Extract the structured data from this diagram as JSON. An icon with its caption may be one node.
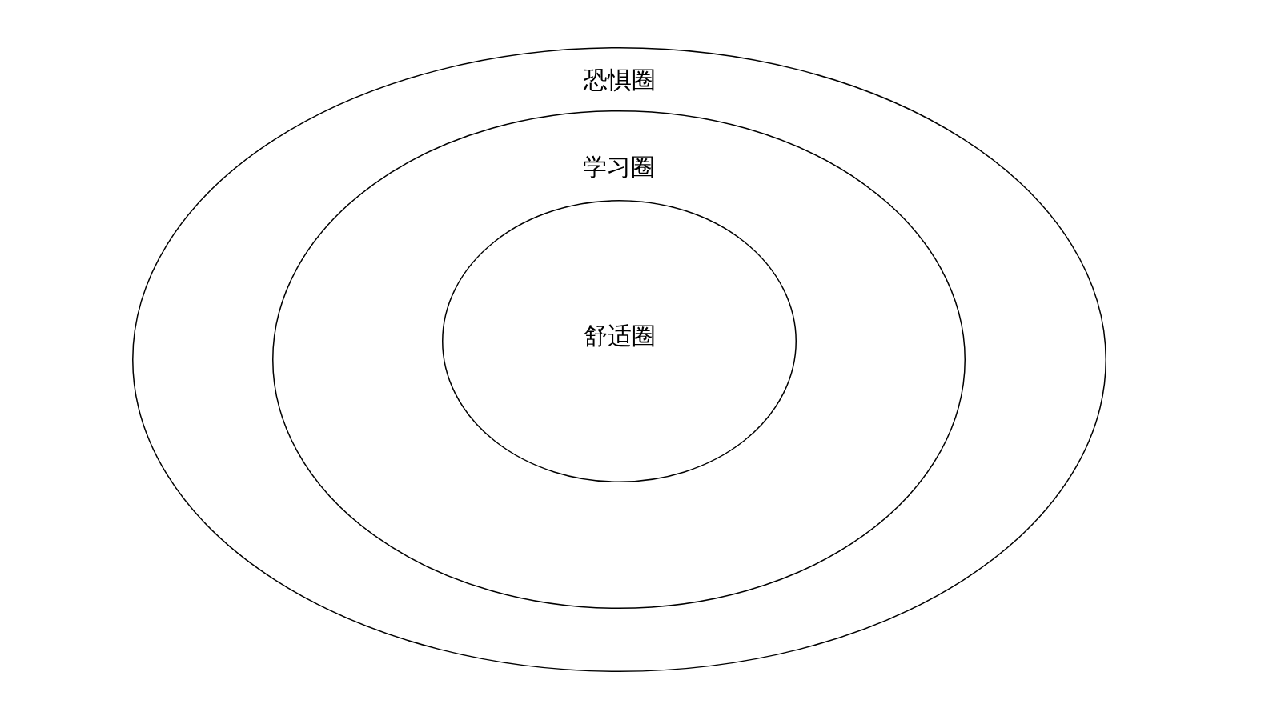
{
  "diagram": {
    "nodes": [
      {
        "text": [
          "恐惧圈"
        ]
      },
      {
        "text": [
          "学习圈"
        ],
        "in": 0
      },
      {
        "text": [
          "舒适圈"
        ],
        "in": 1
      }
    ]
  }
}
